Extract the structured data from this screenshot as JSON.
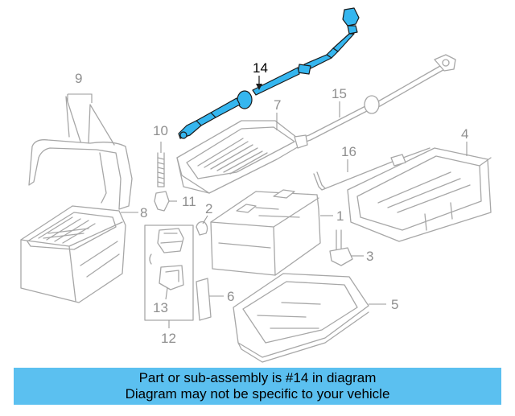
{
  "callouts": {
    "c1": "1",
    "c2": "2",
    "c3": "3",
    "c4": "4",
    "c5": "5",
    "c6": "6",
    "c7": "7",
    "c8": "8",
    "c9": "9",
    "c10": "10",
    "c11": "11",
    "c12": "12",
    "c13": "13",
    "c14": "14",
    "c15": "15",
    "c16": "16"
  },
  "highlighted_part": "14",
  "colors": {
    "highlight": "#35b6ef",
    "banner": "#5bc0f0",
    "line_art": "#a7a7a7"
  },
  "banner": {
    "line1": "Part or sub-assembly is #14 in diagram",
    "line2": "Diagram may not be specific to your vehicle"
  }
}
